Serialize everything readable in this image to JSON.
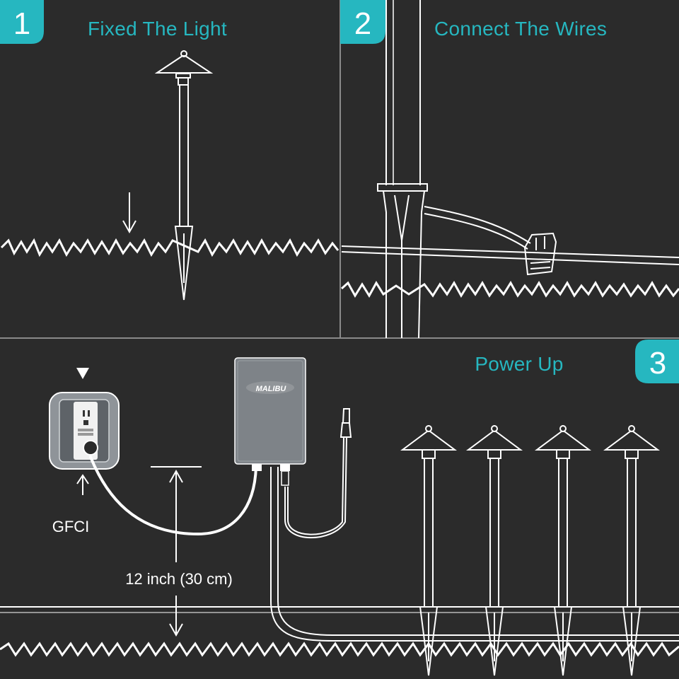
{
  "steps": [
    {
      "number": "1",
      "title": "Fixed The Light"
    },
    {
      "number": "2",
      "title": "Connect The Wires"
    },
    {
      "number": "3",
      "title": "Power Up"
    }
  ],
  "outlet_label": "GFCI",
  "transformer_brand": "MALIBU",
  "distance_label": "12 inch (30 cm)",
  "colors": {
    "accent": "#26b7c0",
    "background": "#2b2b2b",
    "line": "#ffffff"
  }
}
